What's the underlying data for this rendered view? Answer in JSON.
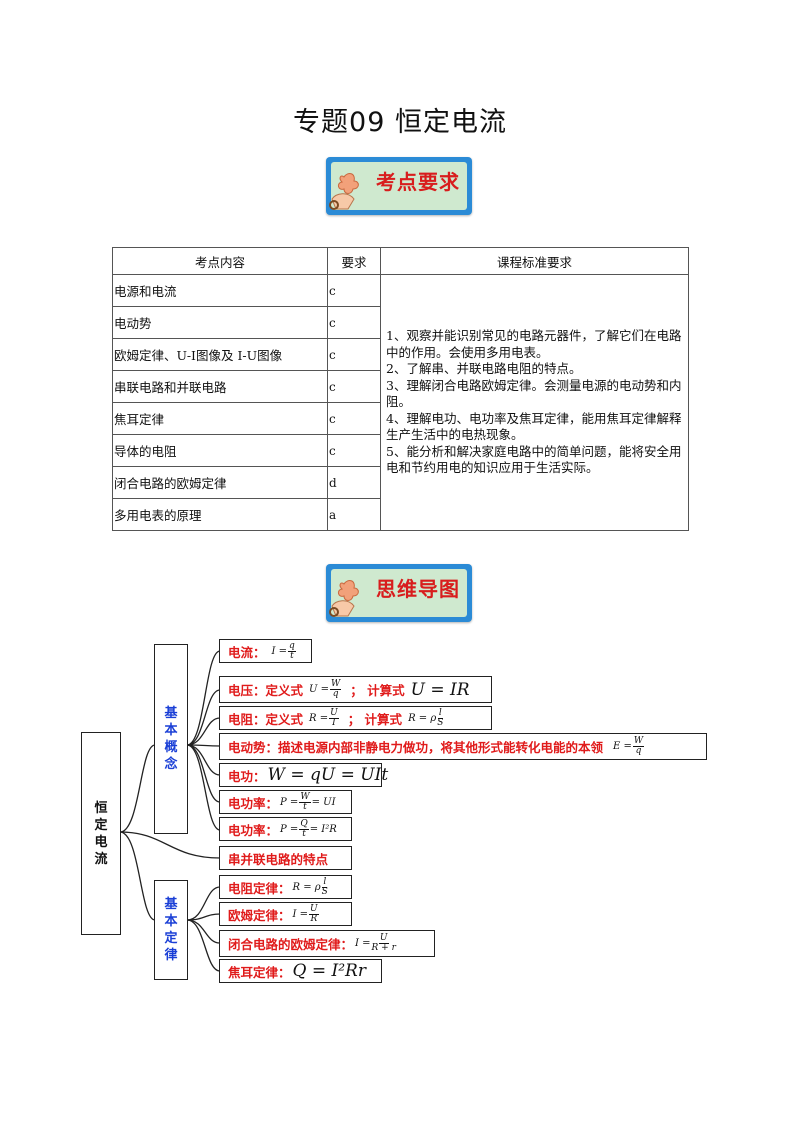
{
  "title": "专题09  恒定电流",
  "banner1": "考点要求",
  "banner2": "思维导图",
  "table": {
    "headers": [
      "考点内容",
      "要求",
      "课程标准要求"
    ],
    "rows": [
      {
        "content": "电源和电流",
        "level": "c"
      },
      {
        "content": "电动势",
        "level": "c"
      },
      {
        "content": "欧姆定律、U-I图像及 I-U图像",
        "level": "c"
      },
      {
        "content": "串联电路和并联电路",
        "level": "c"
      },
      {
        "content": "焦耳定律",
        "level": "c"
      },
      {
        "content": "导体的电阻",
        "level": "c"
      },
      {
        "content": "闭合电路的欧姆定律",
        "level": "d"
      },
      {
        "content": "多用电表的原理",
        "level": "a"
      }
    ],
    "standard": "1、观察并能识别常见的电路元器件，了解它们在电路中的作用。会使用多用电表。\n2、了解串、并联电路电阻的特点。\n3、理解闭合电路欧姆定律。会测量电源的电动势和内阻。\n4、理解电功、电功率及焦耳定律，能用焦耳定律解释生产生活中的电热现象。\n5、能分析和解决家庭电路中的简单问题，能将安全用电和节约用电的知识应用于生活实际。"
  },
  "mindmap": {
    "root": "恒定电流",
    "branch_concepts": "基本概念",
    "branch_laws": "基本定律",
    "nodes": {
      "current": {
        "label": "电流：",
        "f_lhs": "I =",
        "f_num": "q",
        "f_den": "t"
      },
      "voltage": {
        "label": "电压：定义式",
        "f_lhs": "U =",
        "f_num": "W",
        "f_den": "q",
        "sep": "；  计算式",
        "f2": "U = IR"
      },
      "resistance": {
        "label": "电阻：定义式",
        "f_lhs": "R =",
        "f_num": "U",
        "f_den": "I",
        "sep": "；  计算式",
        "f2_lhs": "R = ρ",
        "f2_num": "l",
        "f2_den": "S"
      },
      "emf": {
        "label": "电动势：描述电源内部非静电力做功，将其他形式能转化电能的本领",
        "f_lhs": "E =",
        "f_num": "W",
        "f_den": "q"
      },
      "work": {
        "label": "电功：",
        "f": "W = qU = UIt"
      },
      "power": {
        "label": "电功率：",
        "f_lhs": "P =",
        "f_num": "W",
        "f_den": "t",
        "f_rhs": "= UI"
      },
      "heat_power": {
        "label": "电功率：",
        "f_lhs": "P =",
        "f_num": "Q",
        "f_den": "t",
        "f_rhs": "= I²R"
      },
      "series_parallel": {
        "label": "串并联电路的特点"
      },
      "resistance_law": {
        "label": "电阻定律：",
        "f_lhs": "R = ρ",
        "f_num": "l",
        "f_den": "S"
      },
      "ohm": {
        "label": "欧姆定律：",
        "f_lhs": "I =",
        "f_num": "U",
        "f_den": "R"
      },
      "closed_ohm": {
        "label": "闭合电路的欧姆定律：",
        "f_lhs": "I =",
        "f_num": "U",
        "f_den": "R + r"
      },
      "joule": {
        "label": "焦耳定律：",
        "f": "Q = I²Rr"
      }
    }
  },
  "colors": {
    "accent_red": "#e01b1b",
    "branch_blue": "#1a3fd6",
    "banner_border": "#2b8bd6",
    "banner_fill": "#cfe9cf"
  }
}
